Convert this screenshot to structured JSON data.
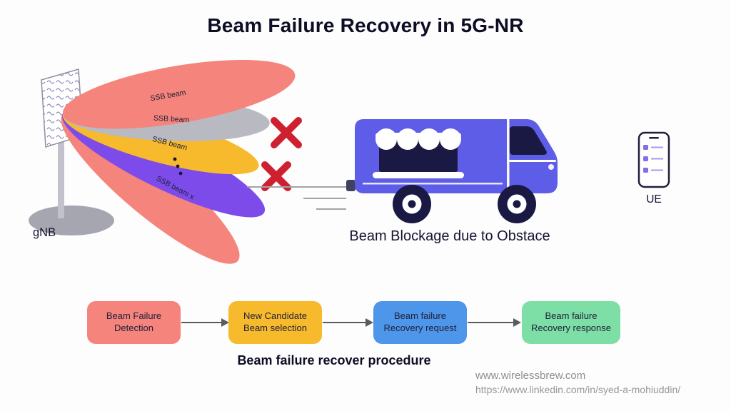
{
  "title": "Beam Failure Recovery in 5G-NR",
  "gnb": {
    "label": "gNB"
  },
  "ue": {
    "label": "UE"
  },
  "beams": [
    {
      "label": "SSB beam",
      "color": "#f5847c"
    },
    {
      "label": "SSB beam",
      "color": "#b9b9c2"
    },
    {
      "label": "SSB beam",
      "color": "#f7ba2c"
    },
    {
      "label": "SSB beam x",
      "color": "#7c4bea"
    },
    {
      "label": "",
      "color": "#f5847c"
    }
  ],
  "failure_x_color": "#cf2030",
  "blockage": {
    "caption": "Beam Blockage due to Obstace"
  },
  "truck": {
    "body_color": "#5d5de8",
    "dark_color": "#191943"
  },
  "flow": {
    "steps": [
      {
        "label": "Beam Failure Detection",
        "color": "#f5847c"
      },
      {
        "label": "New Candidate Beam selection",
        "color": "#f7ba2c"
      },
      {
        "label": "Beam failure Recovery request",
        "color": "#4e96e9"
      },
      {
        "label": "Beam failure Recovery response",
        "color": "#7ddfa6"
      }
    ],
    "caption": "Beam failure recover procedure"
  },
  "footer": {
    "website": "www.wirelessbrew.com",
    "linkedin": "https://www.linkedin.com/in/syed-a-mohiuddin/"
  }
}
